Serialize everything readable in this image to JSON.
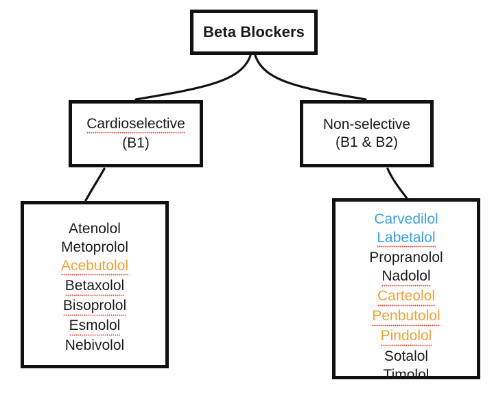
{
  "diagram": {
    "title": "Beta Blockers",
    "root": {
      "label": "Beta Blockers"
    },
    "branches": [
      {
        "name": "cardioselective",
        "line1": "Cardioselective",
        "line2": "(B1)",
        "misspelled_line1": true
      },
      {
        "name": "non-selective",
        "line1": "Non-selective",
        "line2": "(B1 & B2)",
        "misspelled_line1": false
      }
    ],
    "lists": [
      {
        "name": "cardioselective-drugs",
        "drugs": [
          {
            "label": "Atenolol",
            "color": "black",
            "misspelled": false
          },
          {
            "label": "Metoprolol",
            "color": "black",
            "misspelled": false
          },
          {
            "label": "Acebutolol",
            "color": "orange",
            "misspelled": true
          },
          {
            "label": "Betaxolol",
            "color": "black",
            "misspelled": true
          },
          {
            "label": "Bisoprolol",
            "color": "black",
            "misspelled": true
          },
          {
            "label": "Esmolol",
            "color": "black",
            "misspelled": true
          },
          {
            "label": "Nebivolol",
            "color": "black",
            "misspelled": false
          }
        ]
      },
      {
        "name": "non-selective-drugs",
        "drugs": [
          {
            "label": "Carvedilol",
            "color": "blue",
            "misspelled": false
          },
          {
            "label": "Labetalol",
            "color": "blue",
            "misspelled": true
          },
          {
            "label": "Propranolol",
            "color": "black",
            "misspelled": false
          },
          {
            "label": "Nadolol",
            "color": "black",
            "misspelled": true
          },
          {
            "label": "Carteolol",
            "color": "orange",
            "misspelled": true
          },
          {
            "label": "Penbutolol",
            "color": "orange",
            "misspelled": true
          },
          {
            "label": "Pindolol",
            "color": "orange",
            "misspelled": true
          },
          {
            "label": "Sotalol",
            "color": "black",
            "misspelled": false
          },
          {
            "label": "Timolol",
            "color": "black",
            "misspelled": false
          }
        ]
      }
    ],
    "colors": {
      "orange": "#eda13a",
      "blue": "#3f9fe0",
      "black": "#1a1a1a",
      "border": "#111111",
      "spellcheck": "#e04b3c",
      "background": "#ffffff"
    }
  }
}
